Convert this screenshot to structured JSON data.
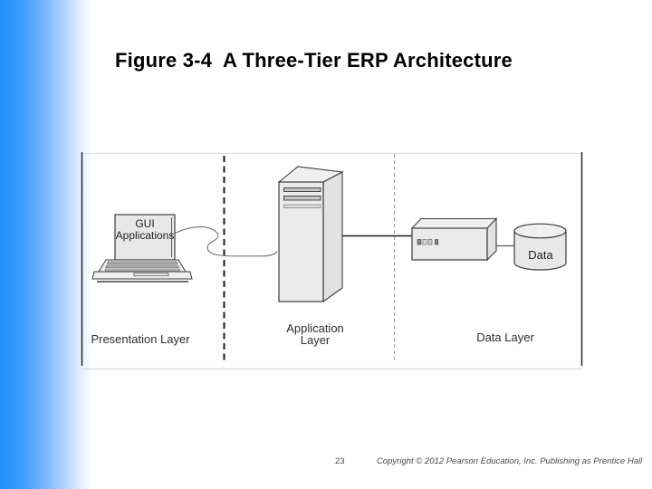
{
  "slide": {
    "title": "Figure 3-4  A Three-Tier ERP Architecture"
  },
  "diagram": {
    "presentation_layer": {
      "label": "Presentation Layer",
      "device_label": "GUI\nApplications",
      "icon": "laptop-icon"
    },
    "application_layer": {
      "label": "Application\nLayer",
      "icon": "server-tower-icon"
    },
    "data_layer": {
      "label": "Data Layer",
      "database_label": "Data",
      "icons": [
        "server-box-icon",
        "database-cylinder-icon"
      ]
    }
  },
  "footer": {
    "page_number": "23",
    "copyright": "Copyright © 2012 Pearson Education, Inc. Publishing as Prentice Hall"
  },
  "colors": {
    "accent_blue": "#2191fc",
    "shape_fill": "#ebebeb",
    "shape_stroke": "#3d3d3d",
    "divider_bold": "#1a1a1a",
    "divider_light": "#9c9c9c"
  }
}
